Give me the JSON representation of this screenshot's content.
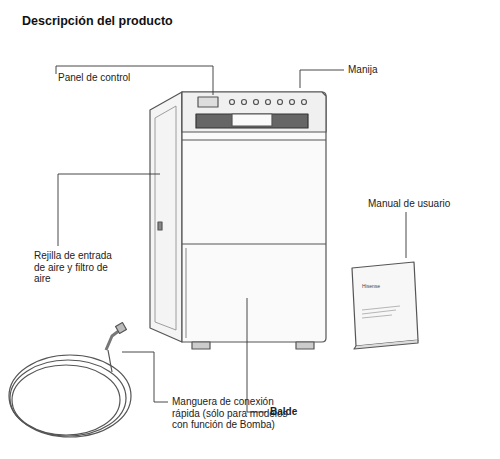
{
  "diagram": {
    "title": "Descripción del producto",
    "labels": [
      "Panel de control",
      "Manija",
      "Manual de usuario",
      "Hisense",
      "Rejilla de entrada de aire y filtro de aire",
      "Manguera de conexión rápida (sólo para modelos con función de Bomba)",
      "Balde"
    ]
  }
}
